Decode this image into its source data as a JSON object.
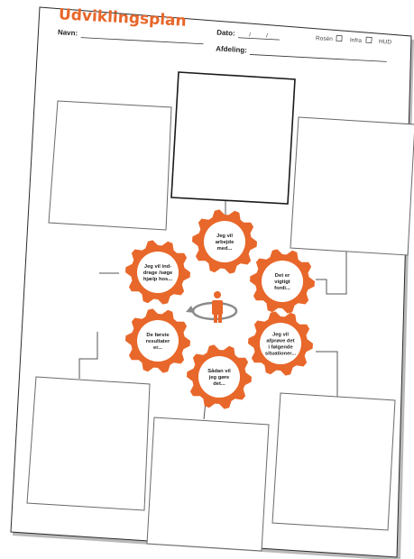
{
  "header": {
    "title": "Udviklingsplan",
    "navn_label": "Navn:",
    "dato_label": "Dato:",
    "dato_sep1": "/",
    "dato_sep2": "/",
    "afdeling_label": "Afdeling:",
    "options": [
      "Rosén",
      "Infra",
      "HUD"
    ]
  },
  "gears": [
    {
      "line1": "Jeg vil",
      "line2": "arbejde",
      "line3": "med..."
    },
    {
      "line1": "Det er",
      "line2": "vigtigt",
      "line3": "fordi..."
    },
    {
      "line1": "Jeg vil",
      "line2": "afprøve det",
      "line3": "i følgende",
      "line4": "situationer..."
    },
    {
      "line1": "Sådan vil",
      "line2": "jeg gøre",
      "line3": "det..."
    },
    {
      "line1": "De første",
      "line2": "resultater",
      "line3": "er..."
    },
    {
      "line1": "Jeg vil ind-",
      "line2": "drage /søge",
      "line3": "hjælp hos..."
    }
  ],
  "colors": {
    "accent": "#e8672a"
  },
  "icons": [
    "person-icon",
    "cycle-arrow-icon",
    "checkbox-icon"
  ]
}
